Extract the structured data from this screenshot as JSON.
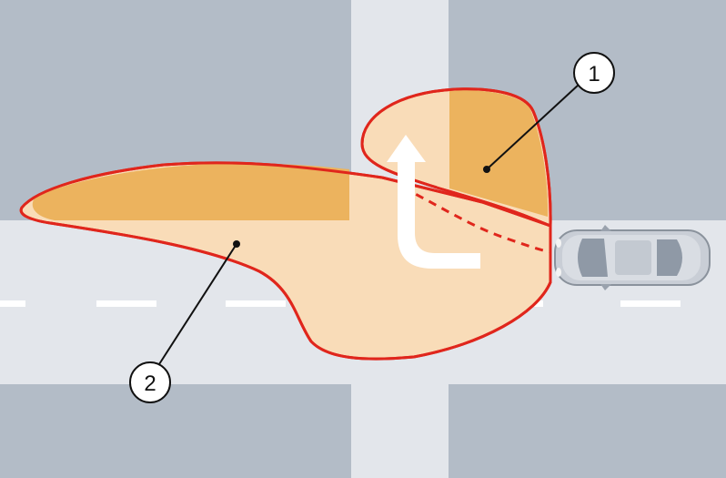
{
  "diagram": {
    "colors": {
      "road": "#e3e6eb",
      "block": "#b3bcc7",
      "lane_marking": "#ffffff",
      "light_zone": "#f9dcb8",
      "dark_zone": "#ecb35e",
      "outline": "#e0261c",
      "arrow": "#ffffff",
      "callout_fill": "#ffffff",
      "callout_stroke": "#111111"
    },
    "callouts": [
      {
        "id": "1",
        "label": "1"
      },
      {
        "id": "2",
        "label": "2"
      }
    ],
    "icons": {
      "turn_arrow": "left-turn-arrow-icon",
      "vehicle": "car-icon"
    }
  }
}
